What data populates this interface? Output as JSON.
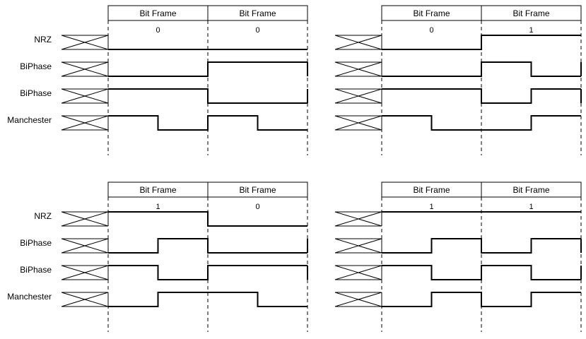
{
  "frame_label": "Bit Frame",
  "signal_labels": [
    "NRZ",
    "BiPhase",
    "BiPhase",
    "Manchester"
  ],
  "panels": [
    {
      "bits": [
        "0",
        "0"
      ],
      "show_labels": true,
      "levels": {
        "nrz": [
          0,
          0
        ],
        "biphase_a": [
          [
            0,
            0
          ],
          [
            1,
            1
          ]
        ],
        "biphase_b": [
          [
            1,
            1
          ],
          [
            0,
            0
          ]
        ],
        "manchester": [
          [
            1,
            0
          ],
          [
            1,
            0
          ]
        ]
      }
    },
    {
      "bits": [
        "0",
        "1"
      ],
      "show_labels": false,
      "levels": {
        "nrz": [
          0,
          1
        ],
        "biphase_a": [
          [
            0,
            0
          ],
          [
            1,
            0
          ]
        ],
        "biphase_b": [
          [
            1,
            1
          ],
          [
            0,
            1
          ]
        ],
        "manchester": [
          [
            1,
            0
          ],
          [
            0,
            1
          ]
        ]
      }
    },
    {
      "bits": [
        "1",
        "0"
      ],
      "show_labels": true,
      "levels": {
        "nrz": [
          1,
          0
        ],
        "biphase_a": [
          [
            0,
            1
          ],
          [
            0,
            0
          ]
        ],
        "biphase_b": [
          [
            1,
            0
          ],
          [
            1,
            1
          ]
        ],
        "manchester": [
          [
            0,
            1
          ],
          [
            1,
            0
          ]
        ]
      }
    },
    {
      "bits": [
        "1",
        "1"
      ],
      "show_labels": false,
      "levels": {
        "nrz": [
          1,
          1
        ],
        "biphase_a": [
          [
            0,
            1
          ],
          [
            0,
            1
          ]
        ],
        "biphase_b": [
          [
            1,
            0
          ],
          [
            1,
            0
          ]
        ],
        "manchester": [
          [
            0,
            1
          ],
          [
            0,
            1
          ]
        ]
      }
    }
  ]
}
